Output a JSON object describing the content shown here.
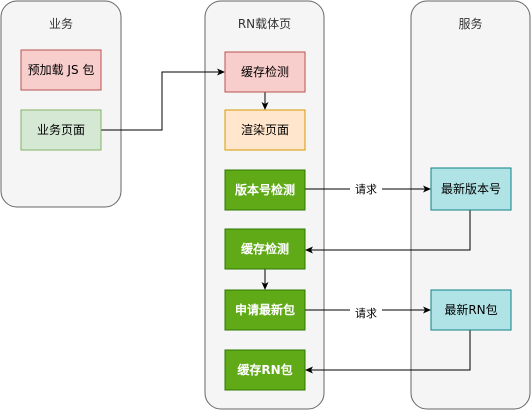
{
  "lanes": [
    {
      "id": "business",
      "title": "业务"
    },
    {
      "id": "rn_page",
      "title": "RN载体页"
    },
    {
      "id": "service",
      "title": "服务"
    }
  ],
  "nodes": [
    {
      "id": "preload",
      "lane": "business",
      "label": "预加载 JS 包",
      "fill": "#f8cecc",
      "stroke": "#b85450",
      "text": "#000000"
    },
    {
      "id": "biz_page",
      "lane": "business",
      "label": "业务页面",
      "fill": "#d5e8d4",
      "stroke": "#82b366",
      "text": "#000000"
    },
    {
      "id": "cache_check_1",
      "lane": "rn_page",
      "label": "缓存检测",
      "fill": "#f8cecc",
      "stroke": "#b85450",
      "text": "#000000"
    },
    {
      "id": "render",
      "lane": "rn_page",
      "label": "渲染页面",
      "fill": "#ffe6cc",
      "stroke": "#d79b00",
      "text": "#000000"
    },
    {
      "id": "version_check",
      "lane": "rn_page",
      "label": "版本号检测",
      "fill": "#60a917",
      "stroke": "#2d7600",
      "text": "#ffffff"
    },
    {
      "id": "cache_check_2",
      "lane": "rn_page",
      "label": "缓存检测",
      "fill": "#60a917",
      "stroke": "#2d7600",
      "text": "#ffffff"
    },
    {
      "id": "request_pkg",
      "lane": "rn_page",
      "label": "申请最新包",
      "fill": "#60a917",
      "stroke": "#2d7600",
      "text": "#ffffff"
    },
    {
      "id": "cache_rn",
      "lane": "rn_page",
      "label": "缓存RN包",
      "fill": "#60a917",
      "stroke": "#2d7600",
      "text": "#ffffff"
    },
    {
      "id": "latest_version",
      "lane": "service",
      "label": "最新版本号",
      "fill": "#b0e3e6",
      "stroke": "#0e8088",
      "text": "#000000"
    },
    {
      "id": "latest_rn",
      "lane": "service",
      "label": "最新RN包",
      "fill": "#b0e3e6",
      "stroke": "#0e8088",
      "text": "#000000"
    }
  ],
  "edges": [
    {
      "from": "biz_page",
      "to": "cache_check_1",
      "label": ""
    },
    {
      "from": "cache_check_1",
      "to": "render",
      "label": ""
    },
    {
      "from": "version_check",
      "to": "latest_version",
      "label": "请求"
    },
    {
      "from": "latest_version",
      "to": "cache_check_2",
      "label": ""
    },
    {
      "from": "cache_check_2",
      "to": "request_pkg",
      "label": ""
    },
    {
      "from": "request_pkg",
      "to": "latest_rn",
      "label": "请求"
    },
    {
      "from": "latest_rn",
      "to": "cache_rn",
      "label": ""
    }
  ],
  "colors": {
    "lane_fill": "#f5f5f5",
    "lane_stroke": "#666666",
    "edge": "#000000"
  }
}
